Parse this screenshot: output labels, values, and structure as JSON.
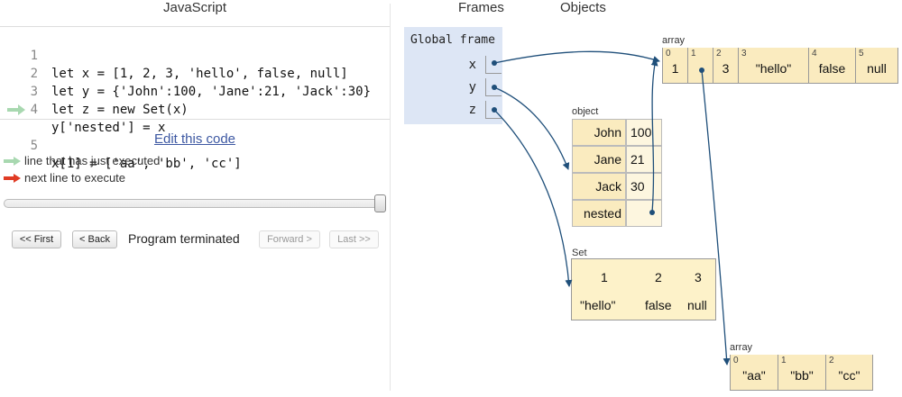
{
  "left_panel": {
    "language": "JavaScript",
    "code_lines": [
      {
        "num": "1",
        "text": "let x = [1, 2, 3, 'hello', false, null]"
      },
      {
        "num": "2",
        "text": "let y = {'John':100, 'Jane':21, 'Jack':30}"
      },
      {
        "num": "3",
        "text": "let z = new Set(x)"
      },
      {
        "num": "4",
        "text": "y['nested'] = x"
      },
      {
        "num": "5",
        "text": "x[1] = ['aa', 'bb', 'cc']"
      }
    ],
    "edit_link": "Edit this code",
    "legend": {
      "executed": "line that has just executed",
      "next": "next line to execute"
    },
    "buttons": {
      "first": "<< First",
      "back": "< Back",
      "forward": "Forward >",
      "last": "Last >>"
    },
    "status": "Program terminated"
  },
  "right_panel": {
    "frames_title": "Frames",
    "objects_title": "Objects",
    "global_frame": {
      "title": "Global frame",
      "vars": [
        "x",
        "y",
        "z"
      ]
    },
    "array_x": {
      "label": "array",
      "cells": [
        {
          "idx": "0",
          "val": "1"
        },
        {
          "idx": "1",
          "val": ""
        },
        {
          "idx": "2",
          "val": "3"
        },
        {
          "idx": "3",
          "val": "\"hello\""
        },
        {
          "idx": "4",
          "val": "false"
        },
        {
          "idx": "5",
          "val": "null"
        }
      ]
    },
    "object_y": {
      "label": "object",
      "rows": [
        {
          "key": "John",
          "val": "100"
        },
        {
          "key": "Jane",
          "val": "21"
        },
        {
          "key": "Jack",
          "val": "30"
        },
        {
          "key": "nested",
          "val": ""
        }
      ]
    },
    "set_z": {
      "label": "Set",
      "items": [
        "1",
        "2",
        "3",
        "\"hello\"",
        "false",
        "null"
      ]
    },
    "array_nested": {
      "label": "array",
      "cells": [
        {
          "idx": "0",
          "val": "\"aa\""
        },
        {
          "idx": "1",
          "val": "\"bb\""
        },
        {
          "idx": "2",
          "val": "\"cc\""
        }
      ]
    }
  },
  "colors": {
    "executed_arrow": "#a8d8b0",
    "next_arrow": "#e03b24",
    "pointer": "#1f4f7a",
    "link": "#3d58a2",
    "frame_bg": "#dde6f5",
    "heap_bg": "#faebbf"
  }
}
